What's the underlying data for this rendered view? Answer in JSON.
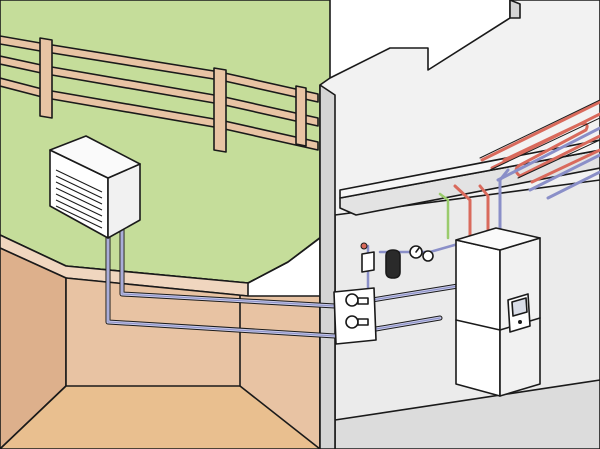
{
  "colors": {
    "grass": "#c5dd9a",
    "soil": "#e8c3a3",
    "soil_dark": "#ddb08c",
    "fence": "#e8c4a4",
    "wall_light": "#f2f2f2",
    "wall_mid": "#e3e3e3",
    "wall_dark": "#d4d4d4",
    "floor": "#dcdcdc",
    "pipe_warm": "#d96a5c",
    "pipe_cool": "#8a8fc8",
    "pipe_green": "#9acb6c",
    "unit_white": "#ffffff",
    "outline": "#1a1a1a"
  },
  "components": {
    "outdoor_unit": {
      "icon": "air-source-heat-pump-outdoor-unit"
    },
    "indoor_unit": {
      "icon": "indoor-heat-pump-cylinder"
    },
    "control_panel": {
      "icon": "control-display-panel"
    },
    "underfloor_heating": {
      "icon": "underfloor-heating-loops"
    },
    "pipe_manifold": {
      "icon": "valve-manifold"
    },
    "expansion_vessel": {
      "icon": "expansion-vessel"
    },
    "pressure_gauges": {
      "icon": "pressure-gauge"
    },
    "fence": {
      "icon": "wooden-fence"
    }
  }
}
